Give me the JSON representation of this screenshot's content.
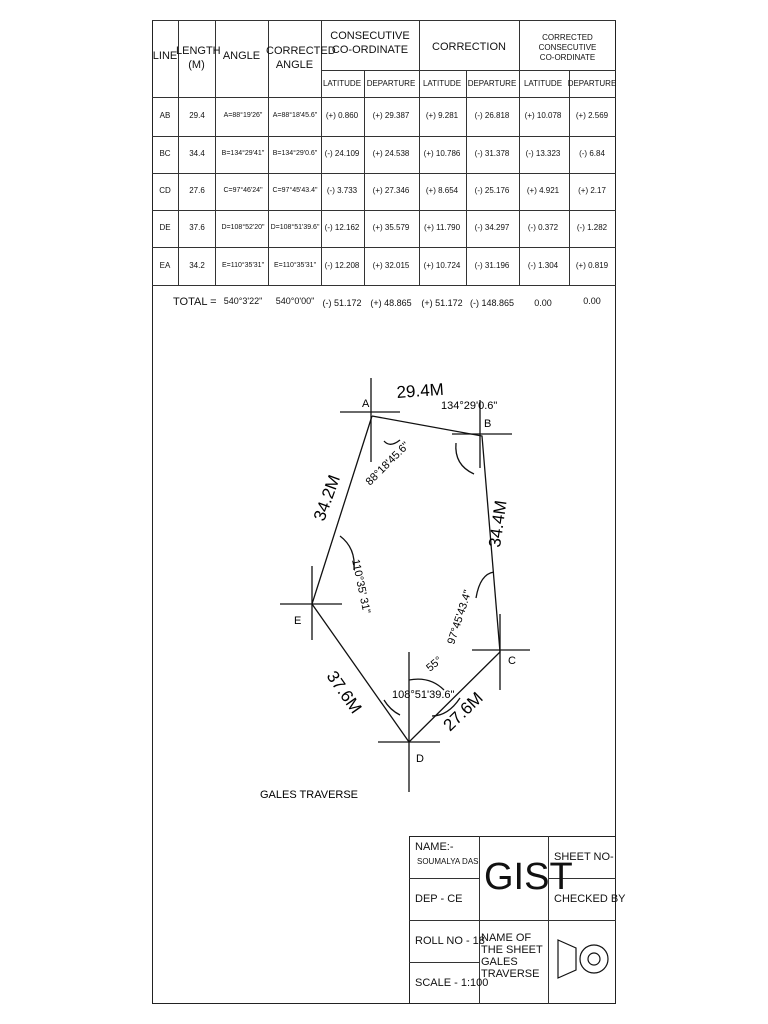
{
  "table": {
    "headers": {
      "line": "LINE",
      "length": "LENGTH\n(M)",
      "angle": "ANGLE",
      "corrected_angle": "CORRECTED\nANGLE",
      "consecutive": "CONSECUTIVE\nCO-ORDINATE",
      "correction": "CORRECTION",
      "corrected_consecutive": "CORRECTED CONSECUTIVE\nCO-ORDINATE",
      "latitude": "LATITUDE",
      "departure": "DEPARTURE"
    },
    "rows": [
      {
        "line": "AB",
        "length": "29.4",
        "angle": "A=88°19'26\"",
        "corrected_angle": "A=88°18'45.6\"",
        "lat": "(+) 0.860",
        "dep": "(+) 29.387",
        "corr_lat": "(+) 9.281",
        "corr_dep": "(-) 26.818",
        "cc_lat": "(+) 10.078",
        "cc_dep": "(+) 2.569"
      },
      {
        "line": "BC",
        "length": "34.4",
        "angle": "B=134°29'41\"",
        "corrected_angle": "B=134°29'0.6\"",
        "lat": "(-) 24.109",
        "dep": "(+) 24.538",
        "corr_lat": "(+) 10.786",
        "corr_dep": "(-) 31.378",
        "cc_lat": "(-) 13.323",
        "cc_dep": "(-) 6.84"
      },
      {
        "line": "CD",
        "length": "27.6",
        "angle": "C=97°46'24\"",
        "corrected_angle": "C=97°45'43.4\"",
        "lat": "(-) 3.733",
        "dep": "(+) 27.346",
        "corr_lat": "(+) 8.654",
        "corr_dep": "(-) 25.176",
        "cc_lat": "(+) 4.921",
        "cc_dep": "(+) 2.17"
      },
      {
        "line": "DE",
        "length": "37.6",
        "angle": "D=108°52'20\"",
        "corrected_angle": "D=108°51'39.6\"",
        "lat": "(-) 12.162",
        "dep": "(+) 35.579",
        "corr_lat": "(+) 11.790",
        "corr_dep": "(-) 34.297",
        "cc_lat": "(-) 0.372",
        "cc_dep": "(-) 1.282"
      },
      {
        "line": "EA",
        "length": "34.2",
        "angle": "E=110°35'31\"",
        "corrected_angle": "E=110°35'31\"",
        "lat": "(-) 12.208",
        "dep": "(+) 32.015",
        "corr_lat": "(+) 10.724",
        "corr_dep": "(-) 31.196",
        "cc_lat": "(-) 1.304",
        "cc_dep": "(+) 0.819"
      }
    ],
    "total": {
      "label": "TOTAL =",
      "angle": "540°3'22\"",
      "corrected_angle": "540°0'00\"",
      "lat": "(-) 51.172",
      "dep": "(+) 48.865",
      "corr_lat": "(+) 51.172",
      "corr_dep": "(-) 148.865",
      "cc_lat": "0.00",
      "cc_dep": "0.00"
    }
  },
  "drawing": {
    "stations": {
      "A": "A",
      "B": "B",
      "C": "C",
      "D": "D",
      "E": "E"
    },
    "lengths": {
      "AB": "29.4M",
      "BC": "34.4M",
      "CD": "27.6M",
      "DE": "37.6M",
      "EA": "34.2M"
    },
    "angles": {
      "A": "88°18'45.6\"",
      "B": "134°29'0.6\"",
      "C": "97°45'43.4\"",
      "D": "108°51'39.6\"",
      "E": "110°35' 31\"",
      "D_north": "55°"
    },
    "caption": "GALES TRAVERSE"
  },
  "title_block": {
    "name_label": "NAME:-",
    "name_value": "SOUMALYA DAS",
    "institute": "GIST",
    "sheet_no": "SHEET NO-",
    "department": "DEP - CE",
    "checked_by": "CHECKED BY",
    "roll_no": "ROLL NO - 18",
    "sheet_name": "NAME OF THE SHEET GALES TRAVERSE",
    "scale": "SCALE - 1:100"
  }
}
